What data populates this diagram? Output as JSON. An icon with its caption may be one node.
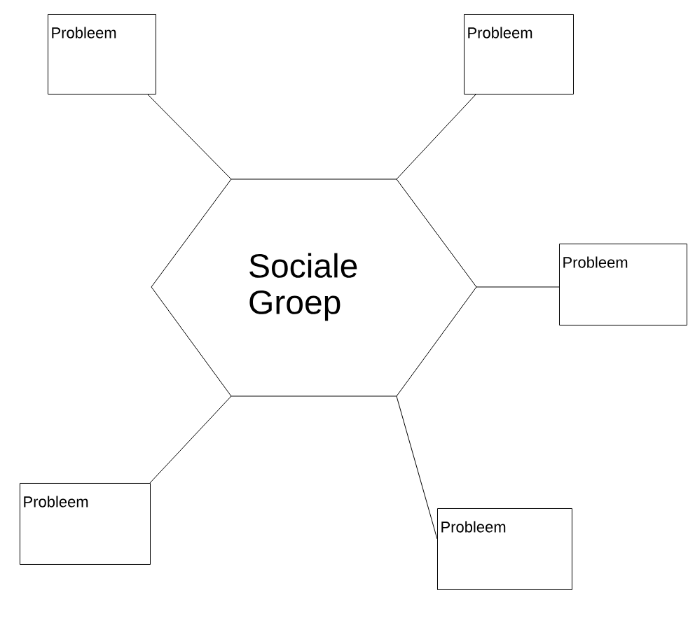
{
  "diagram": {
    "nodes": [
      {
        "text": [
          "Sociale Groep"
        ]
      },
      {
        "text": [
          "Probleem"
        ]
      },
      {
        "text": [
          "Probleem"
        ]
      },
      {
        "text": [
          "Probleem"
        ]
      },
      {
        "text": [
          "Probleem"
        ]
      },
      {
        "text": [
          "Probleem"
        ]
      }
    ],
    "edges": [
      {
        "from": 0,
        "to": 1,
        "arrow": "none"
      },
      {
        "from": 0,
        "to": 2,
        "arrow": "none"
      },
      {
        "from": 0,
        "to": 3,
        "arrow": "none"
      },
      {
        "from": 0,
        "to": 4,
        "arrow": "none"
      },
      {
        "from": 0,
        "to": 5,
        "arrow": "none"
      }
    ]
  }
}
